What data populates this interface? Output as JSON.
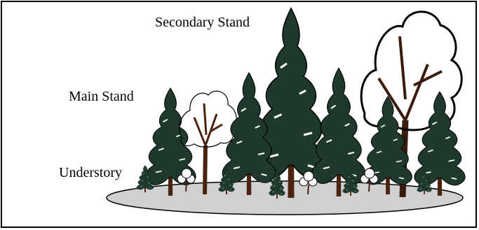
{
  "labels": {
    "secondary_stand": "Secondary Stand",
    "main_stand": "Main Stand",
    "understory": "Understory"
  },
  "colors": {
    "conifer_foliage": "#1f3a2c",
    "foliage_highlight": "#ffffff",
    "trunk": "#4a2410",
    "ground": "#d0d0d0",
    "outline": "#000000"
  }
}
